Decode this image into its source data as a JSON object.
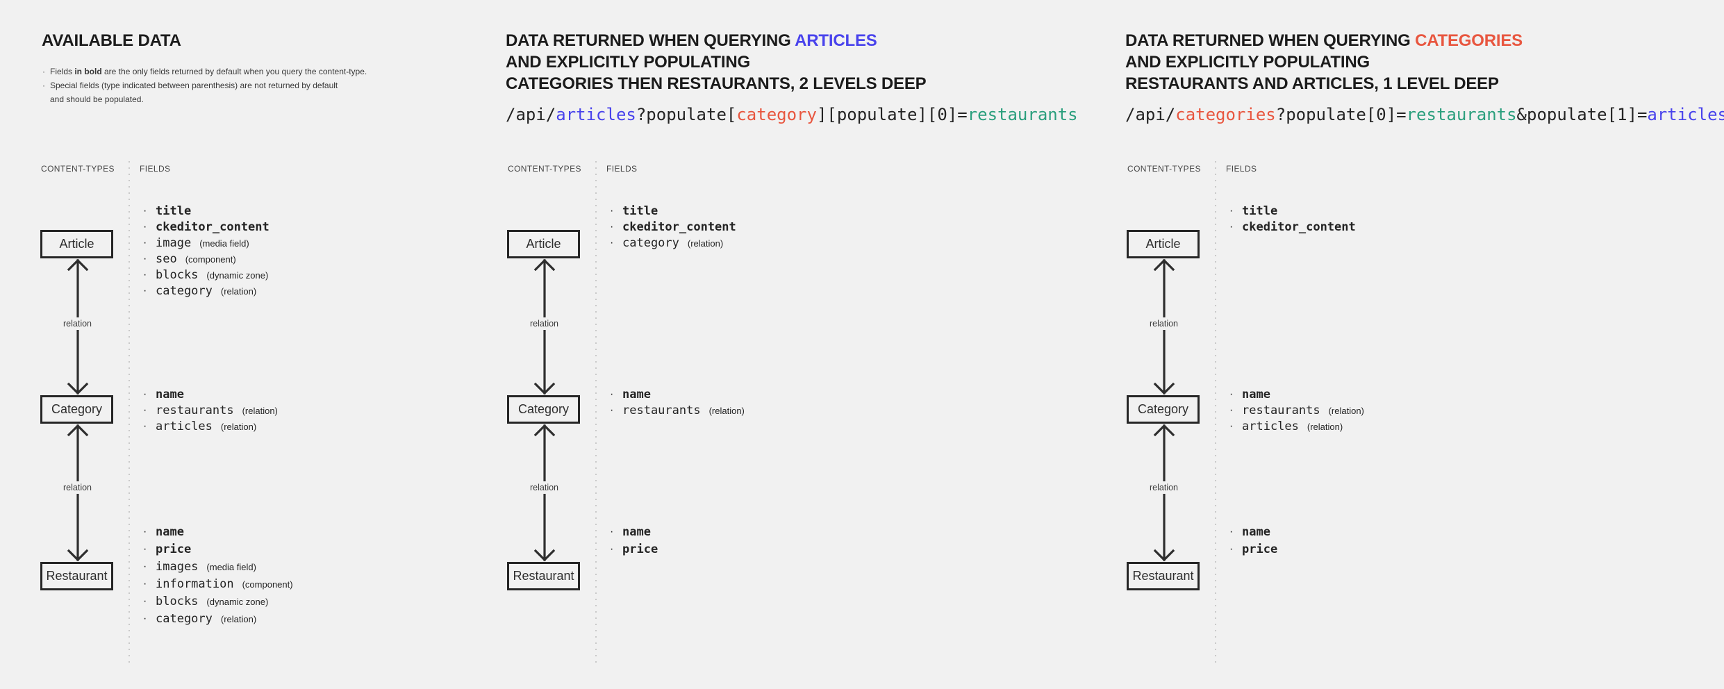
{
  "palette": {
    "bg": "#f1f1f1",
    "ink": "#242424",
    "head": "#1b1b1b",
    "blue": "#4943ec",
    "red": "#e8563f",
    "teal": "#2b9f7d",
    "muted": "#464646",
    "line": "#2e2e2e",
    "dot": "#c9c9c9",
    "border": "#262626"
  },
  "relation_label": "relation",
  "columns": [
    {
      "title_lines": [
        [
          {
            "t": "AVAILABLE DATA"
          }
        ]
      ],
      "notes": [
        [
          {
            "t": "Fields "
          },
          {
            "t": "in bold",
            "b": true
          },
          {
            "t": " are the only fields returned by default when you query the content-type."
          }
        ],
        [
          {
            "t": "Special fields (type indicated between parenthesis) are not returned by default",
            "br": true
          },
          {
            "t": "and should be populated."
          }
        ]
      ],
      "code": [],
      "content_types_label": "CONTENT-TYPES",
      "fields_label": "FIELDS",
      "entities": [
        {
          "name": "Article",
          "color": "ink",
          "fields": [
            {
              "name": "title",
              "bold": true,
              "color": "ink",
              "type": ""
            },
            {
              "name": "ckeditor_content",
              "bold": true,
              "color": "ink",
              "type": ""
            },
            {
              "name": "image",
              "bold": false,
              "color": "ink",
              "type": "(media field)"
            },
            {
              "name": "seo",
              "bold": false,
              "color": "ink",
              "type": "(component)"
            },
            {
              "name": "blocks",
              "bold": false,
              "color": "ink",
              "type": "(dynamic zone)"
            },
            {
              "name": "category",
              "bold": false,
              "color": "ink",
              "type": "(relation)"
            }
          ]
        },
        {
          "name": "Category",
          "color": "ink",
          "fields": [
            {
              "name": "name",
              "bold": true,
              "color": "ink",
              "type": ""
            },
            {
              "name": "restaurants",
              "bold": false,
              "color": "ink",
              "type": "(relation)"
            },
            {
              "name": "articles",
              "bold": false,
              "color": "ink",
              "type": "(relation)"
            }
          ]
        },
        {
          "name": "Restaurant",
          "color": "ink",
          "fields": [
            {
              "name": "name",
              "bold": true,
              "color": "ink",
              "type": ""
            },
            {
              "name": "price",
              "bold": true,
              "color": "ink",
              "type": ""
            },
            {
              "name": "images",
              "bold": false,
              "color": "ink",
              "type": "(media field)"
            },
            {
              "name": "information",
              "bold": false,
              "color": "ink",
              "type": "(component)"
            },
            {
              "name": "blocks",
              "bold": false,
              "color": "ink",
              "type": "(dynamic zone)"
            },
            {
              "name": "category",
              "bold": false,
              "color": "ink",
              "type": "(relation)"
            }
          ]
        }
      ]
    },
    {
      "title_lines": [
        [
          {
            "t": "DATA RETURNED WHEN QUERYING "
          },
          {
            "t": "ARTICLES",
            "c": "blue"
          }
        ],
        [
          {
            "t": "AND EXPLICITLY POPULATING"
          }
        ],
        [
          {
            "t": "CATEGORIES THEN RESTAURANTS, 2 LEVELS DEEP"
          }
        ]
      ],
      "notes": [],
      "code": [
        {
          "t": "/api/"
        },
        {
          "t": "articles",
          "c": "blue"
        },
        {
          "t": "?populate["
        },
        {
          "t": "category",
          "c": "red"
        },
        {
          "t": "][populate][0]="
        },
        {
          "t": "restaurants",
          "c": "teal"
        }
      ],
      "content_types_label": "CONTENT-TYPES",
      "fields_label": "FIELDS",
      "entities": [
        {
          "name": "Article",
          "color": "blue",
          "fields": [
            {
              "name": "title",
              "bold": true,
              "color": "ink",
              "type": ""
            },
            {
              "name": "ckeditor_content",
              "bold": true,
              "color": "ink",
              "type": ""
            },
            {
              "name": "category",
              "bold": false,
              "color": "red",
              "type": "(relation)"
            }
          ]
        },
        {
          "name": "Category",
          "color": "red",
          "fields": [
            {
              "name": "name",
              "bold": true,
              "color": "ink",
              "type": ""
            },
            {
              "name": "restaurants",
              "bold": false,
              "color": "teal",
              "type": "(relation)"
            }
          ]
        },
        {
          "name": "Restaurant",
          "color": "teal",
          "fields": [
            {
              "name": "name",
              "bold": true,
              "color": "ink",
              "type": ""
            },
            {
              "name": "price",
              "bold": true,
              "color": "ink",
              "type": ""
            }
          ]
        }
      ]
    },
    {
      "title_lines": [
        [
          {
            "t": "DATA RETURNED WHEN QUERYING "
          },
          {
            "t": "CATEGORIES",
            "c": "red"
          }
        ],
        [
          {
            "t": "AND EXPLICITLY POPULATING"
          }
        ],
        [
          {
            "t": "RESTAURANTS AND ARTICLES, 1 LEVEL DEEP"
          }
        ]
      ],
      "notes": [],
      "code": [
        {
          "t": "/api/"
        },
        {
          "t": "categories",
          "c": "red"
        },
        {
          "t": "?populate[0]="
        },
        {
          "t": "restaurants",
          "c": "teal"
        },
        {
          "t": "&populate[1]="
        },
        {
          "t": "articles",
          "c": "blue"
        }
      ],
      "content_types_label": "CONTENT-TYPES",
      "fields_label": "FIELDS",
      "entities": [
        {
          "name": "Article",
          "color": "blue",
          "fields": [
            {
              "name": "title",
              "bold": true,
              "color": "ink",
              "type": ""
            },
            {
              "name": "ckeditor_content",
              "bold": true,
              "color": "ink",
              "type": ""
            }
          ]
        },
        {
          "name": "Category",
          "color": "red",
          "fields": [
            {
              "name": "name",
              "bold": true,
              "color": "ink",
              "type": ""
            },
            {
              "name": "restaurants",
              "bold": false,
              "color": "teal",
              "type": "(relation)"
            },
            {
              "name": "articles",
              "bold": false,
              "color": "blue",
              "type": "(relation)"
            }
          ]
        },
        {
          "name": "Restaurant",
          "color": "teal",
          "fields": [
            {
              "name": "name",
              "bold": true,
              "color": "ink",
              "type": ""
            },
            {
              "name": "price",
              "bold": true,
              "color": "ink",
              "type": ""
            }
          ]
        }
      ]
    }
  ]
}
